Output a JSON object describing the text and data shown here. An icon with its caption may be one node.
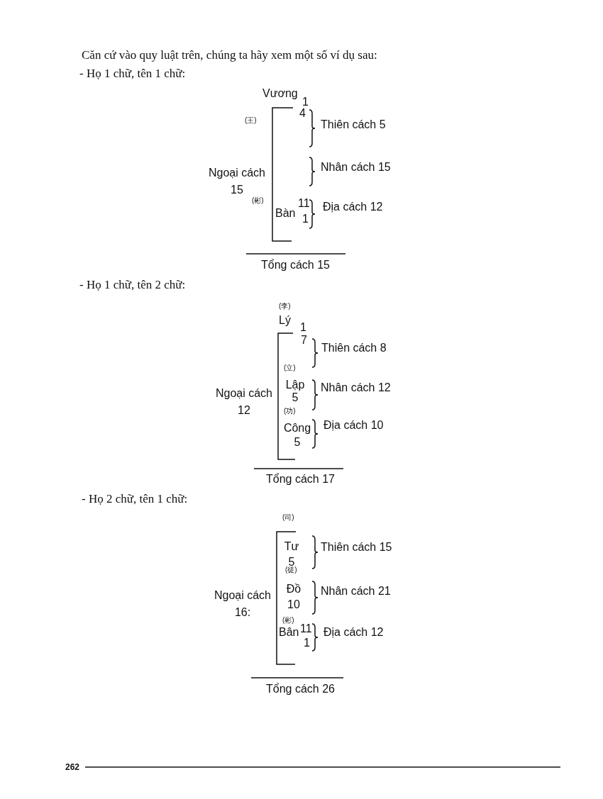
{
  "diagram": {
    "labels": [
      "Căn cứ vào quy luật trên, chúng ta hãy xem một số ví dụ sau:",
      "- Họ 1 chữ, tên 1 chữ:",
      "Vương",
      "1",
      "(王)",
      "4",
      "Thiên cách 5",
      "Ngoại cách 15",
      "Nhân cách 15",
      "(彬)",
      "Bàn",
      "11",
      "1",
      "Địa cách 12",
      "Tổng cách 15",
      "- Họ 1 chữ, tên 2 chữ:",
      "(李)",
      "Lý",
      "1",
      "7",
      "Thiên cách 8",
      "(立)",
      "Lập 5",
      "Ngoại cách 12",
      "Nhân cách 12",
      "(功)",
      "Công 5",
      "Địa cách 10",
      "Tổng cách 17",
      "- Họ 2 chữ, tên 1 chữ:",
      "(司)",
      "Tư 5",
      "Thiên cách 15",
      "(徒)",
      "Đồ 10",
      "Ngoại cách 16:",
      "Nhân cách 21",
      "(彬)",
      "Bân",
      "11",
      "1",
      "Địa cách 12",
      "Tổng cách 26",
      "262"
    ]
  }
}
